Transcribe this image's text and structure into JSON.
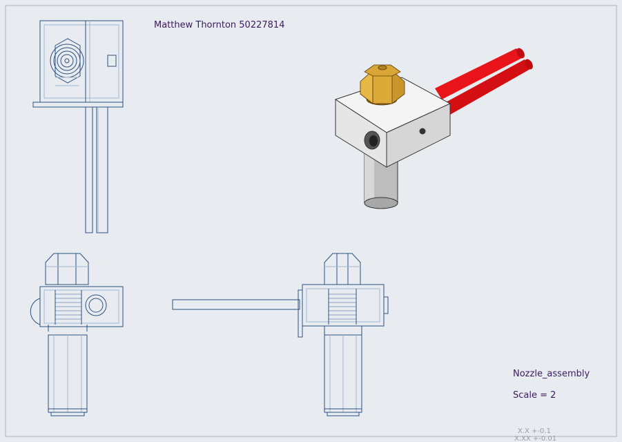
{
  "author": "Matthew Thornton 50227814",
  "part_name": "Nozzle_assembly",
  "scale": "Scale = 2",
  "tolerances": [
    "X.X  +-0.1",
    "X.XX  +-0.01"
  ],
  "colors": {
    "background": "#e8ecf1",
    "line": "#2a4f80",
    "hidden_line": "#9fb6cf",
    "text": "#3a1a5a",
    "wire": "#e8141a",
    "brass": "#c8962a",
    "block": "#f2f2f2",
    "tube": "#bdbdbd"
  }
}
